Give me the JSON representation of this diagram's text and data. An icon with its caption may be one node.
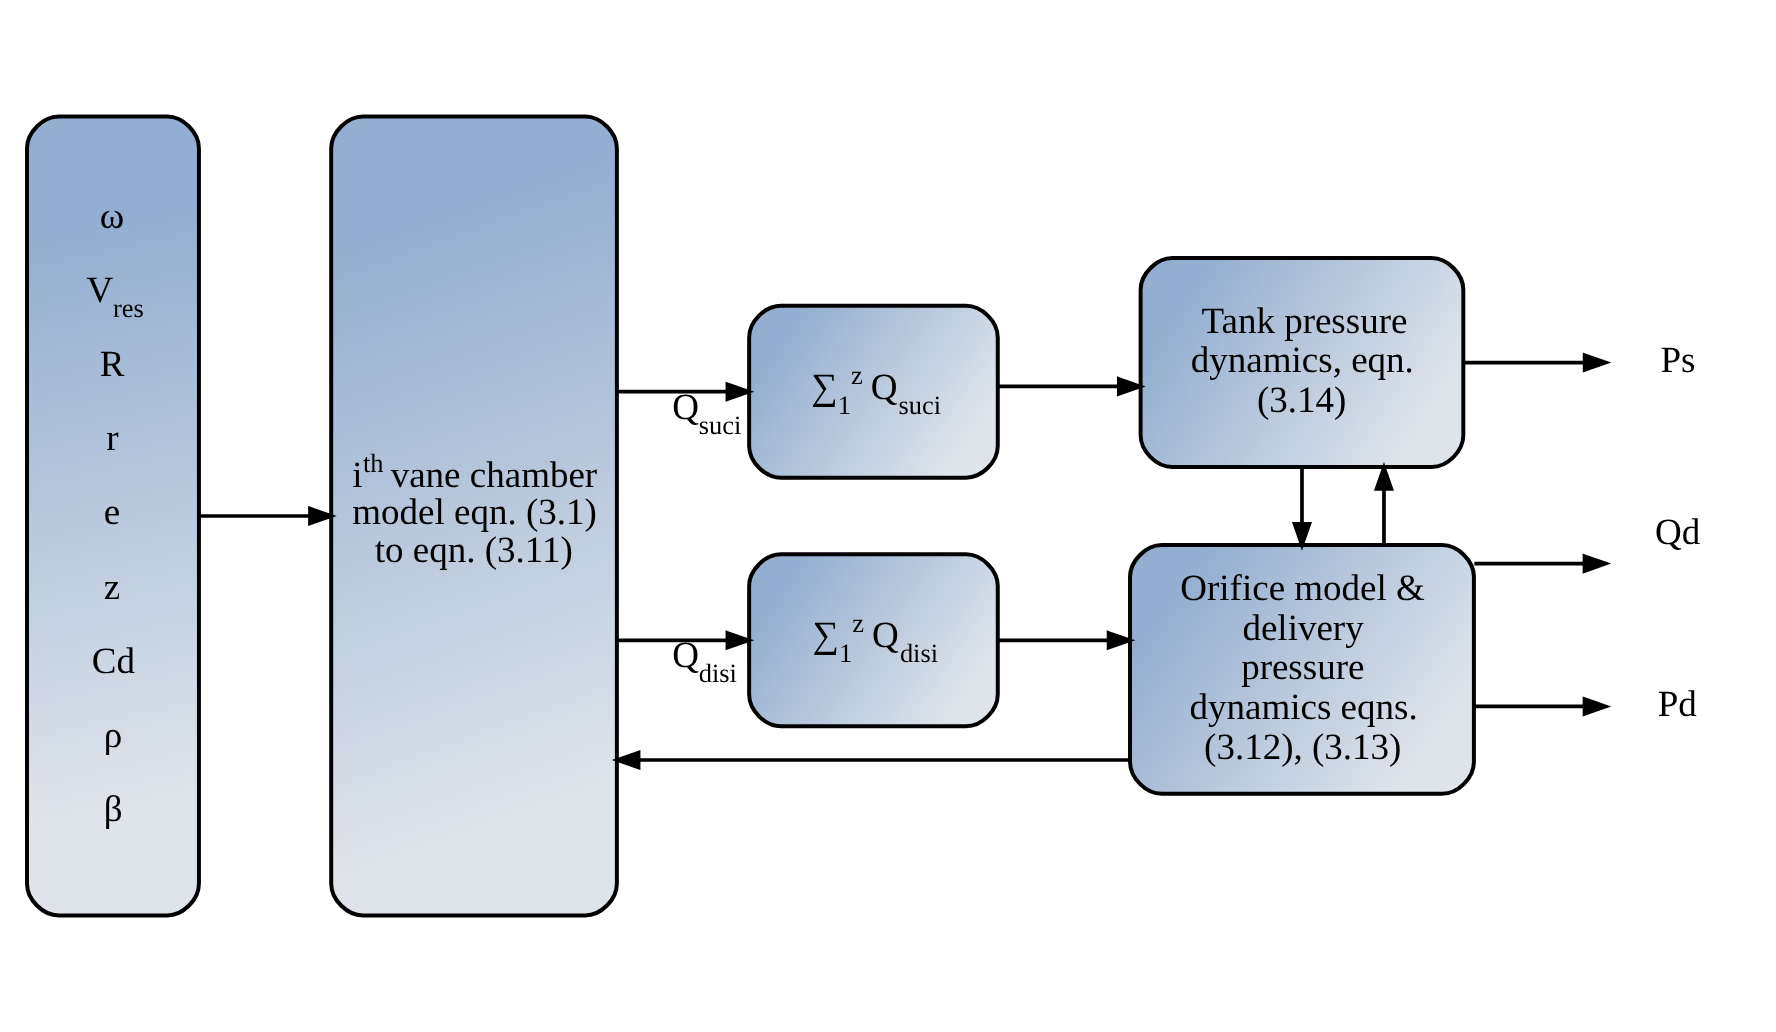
{
  "diagram": {
    "nodes": [
      {
        "text": [
          "ω",
          "V$_{res}$",
          "R",
          "r",
          "e",
          "z",
          "Cd",
          "ρ",
          "β"
        ]
      },
      {
        "text": [
          "i$^{th}$ vane chamber model eqn. (3.1) to eqn. (3.11)"
        ]
      },
      {
        "text": [
          "∑$_{1}$$^{z}$ Q$_{suci}$"
        ]
      },
      {
        "text": [
          "∑$_{1}$$^{z}$ Q$_{disi}$"
        ]
      },
      {
        "text": [
          "Tank pressure dynamics, eqn. (3.14)"
        ]
      },
      {
        "text": [
          "Orifice model & delivery pressure dynamics eqns. (3.12), (3.13)"
        ]
      },
      {
        "text": [
          "Ps"
        ]
      },
      {
        "text": [
          "Qd"
        ]
      },
      {
        "text": [
          "Pd"
        ]
      }
    ],
    "edges": [
      {
        "from": 0,
        "to": 1,
        "arrow": "to"
      },
      {
        "from": 1,
        "to": 2,
        "arrow": "to",
        "label": "Q$_{suci}$"
      },
      {
        "from": 1,
        "to": 3,
        "arrow": "to",
        "label": "Q$_{disi}$"
      },
      {
        "from": 2,
        "to": 4,
        "arrow": "to"
      },
      {
        "from": 3,
        "to": 5,
        "arrow": "to"
      },
      {
        "from": 4,
        "to": 6,
        "arrow": "to"
      },
      {
        "from": 5,
        "to": 7,
        "arrow": "to"
      },
      {
        "from": 5,
        "to": 8,
        "arrow": "to"
      },
      {
        "from": 4,
        "to": 5,
        "arrow": "to"
      },
      {
        "from": 5,
        "to": 4,
        "arrow": "to"
      },
      {
        "from": 5,
        "to": 1,
        "arrow": "to"
      }
    ]
  }
}
